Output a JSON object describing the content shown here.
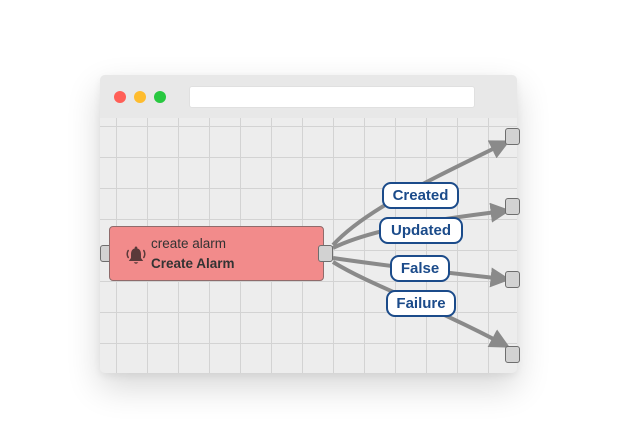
{
  "window": {
    "dots": [
      {
        "name": "close-dot",
        "color": "#ff5f57"
      },
      {
        "name": "minimize-dot",
        "color": "#febc2e"
      },
      {
        "name": "zoom-dot",
        "color": "#28c840"
      }
    ],
    "address": ""
  },
  "node": {
    "icon": "bell-icon",
    "name": "create alarm",
    "type": "Create Alarm",
    "fill_color": "#f28b8b"
  },
  "edges": [
    {
      "label": "Created"
    },
    {
      "label": "Updated"
    },
    {
      "label": "False"
    },
    {
      "label": "Failure"
    }
  ],
  "colors": {
    "edge": "#8a8a8a",
    "label_border": "#1b4b8a",
    "label_text": "#1b4b8a"
  }
}
